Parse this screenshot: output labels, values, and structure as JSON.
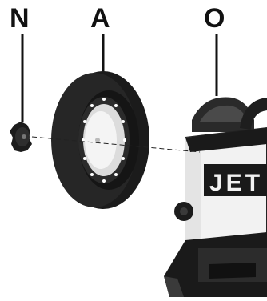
{
  "callouts": {
    "n": "N",
    "a": "A",
    "o": "O"
  },
  "brand_text": "JET",
  "colors": {
    "ink": "#111111",
    "rubber": "#1b1b1b",
    "housing": "#f2f2f2",
    "panel": "#202020"
  },
  "parts": [
    {
      "callout": "N",
      "name": "retaining-nut"
    },
    {
      "callout": "A",
      "name": "leather-honing-wheel"
    },
    {
      "callout": "O",
      "name": "grinder-housing"
    }
  ]
}
